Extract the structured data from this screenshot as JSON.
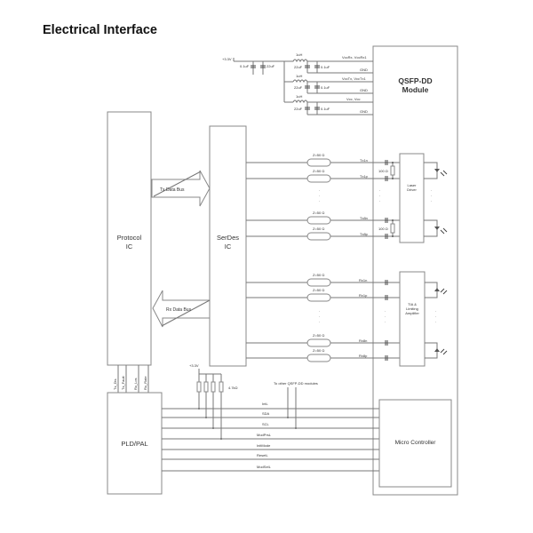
{
  "title": "Electrical Interface",
  "blocks": {
    "protocol_ic": [
      "Protocol",
      "IC"
    ],
    "serdes_ic": [
      "SerDes",
      "IC"
    ],
    "qsfp_module": [
      "QSFP-DD",
      "Module"
    ],
    "pld_pal": "PLD/PAL",
    "micro_controller": "Micro   Controller",
    "laser_driver": [
      "Laser",
      "Driver"
    ],
    "tia": [
      "TIA &",
      "Limiting",
      "Amplifier"
    ]
  },
  "buses": {
    "tx": "Tx Data Bus",
    "rx": "Rx Data Bus"
  },
  "power": {
    "supply": "+3.3V",
    "input_caps": [
      "0.1uF",
      "22uF"
    ],
    "inductor": "1uH",
    "rails": [
      {
        "name": "VccRx, VccRx1",
        "gnd": "GND",
        "caps": [
          "22uF",
          "0.1uF"
        ]
      },
      {
        "name": "VccTx, VccTx1",
        "gnd": "GND",
        "caps": [
          "22uF",
          "0.1uF"
        ]
      },
      {
        "name": "Vcc, Vcc",
        "gnd": "GND",
        "caps": [
          "22uF",
          "0.1uF"
        ]
      }
    ]
  },
  "tx_lines": {
    "impedance": "Z=50 Ω",
    "labels": [
      "Tx1n",
      "Tx1p",
      "Tx8n",
      "Tx8p"
    ],
    "termination": "100 Ω"
  },
  "rx_lines": {
    "impedance": "Z=50 Ω",
    "labels": [
      "Rx1n",
      "Rx1p",
      "Rx8n",
      "Rx8p"
    ]
  },
  "control_signals": [
    "Tx_Dis",
    "Tx_Fault",
    "Rx_Los",
    "Rx_Rate"
  ],
  "pullup": {
    "supply": "+3.3V",
    "value": "4.7kΩ"
  },
  "other_modules_note": "To other QSFP-DD modules",
  "mgmt_signals": [
    "IntL",
    "SDA",
    "SCL",
    "ModPrsL",
    "InitMode",
    "ResetL",
    "ModSelL"
  ]
}
